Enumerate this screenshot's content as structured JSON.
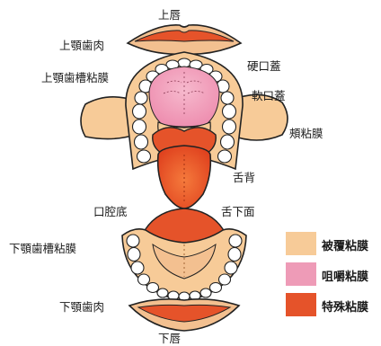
{
  "labels": {
    "upper_lip": "上唇",
    "upper_gingiva": "上顎歯肉",
    "upper_alveolar_mucosa": "上顎歯槽粘膜",
    "hard_palate": "硬口蓋",
    "soft_palate": "軟口蓋",
    "buccal_mucosa": "頰粘膜",
    "dorsum_of_tongue": "舌背",
    "floor_of_mouth": "口腔底",
    "ventral_tongue": "舌下面",
    "lower_alveolar_mucosa": "下顎歯槽粘膜",
    "lower_gingiva": "下顎歯肉",
    "lower_lip": "下唇"
  },
  "legend": [
    {
      "label": "被覆粘膜",
      "color": "#F7CB98"
    },
    {
      "label": "咀嚼粘膜",
      "color": "#EE9BB7"
    },
    {
      "label": "特殊粘膜",
      "color": "#E5532A"
    }
  ]
}
